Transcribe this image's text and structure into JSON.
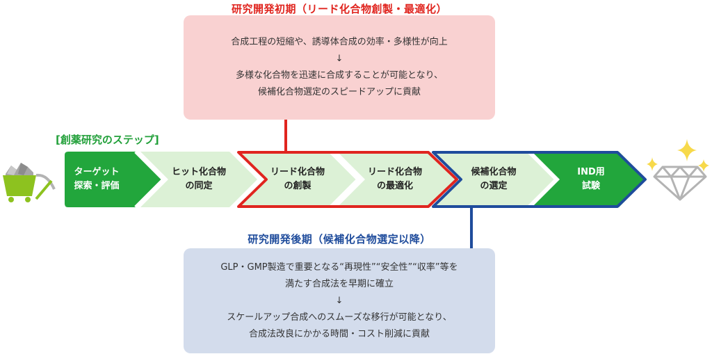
{
  "colors": {
    "green_dark": "#22a63c",
    "green_light": "#dcf1d6",
    "red": "#e0251f",
    "blue": "#1f4c9c",
    "pink_bg": "#f9d1d1",
    "blue_bg": "#d3dcec",
    "gray_icon": "#b3b3b3",
    "lime": "#8dc21f",
    "gold": "#f7d94a"
  },
  "early_phase": {
    "title": "研究開発初期（リード化合物創製・最適化）",
    "lines": [
      "合成工程の短縮や、誘導体合成の効率・多様性が向上",
      "↓",
      "多様な化合物を迅速に合成することが可能となり、",
      "候補化合物選定のスピードアップに貢献"
    ]
  },
  "late_phase": {
    "title": "研究開発後期（候補化合物選定以降）",
    "lines": [
      "GLP・GMP製造で重要となる“再現性”“安全性”“収率”等を",
      "満たす合成法を早期に確立",
      "↓",
      "スケールアップ合成へのスムーズな移行が可能となり、",
      "合成法改良にかかる時間・コスト削減に貢献"
    ]
  },
  "steps_title": "[創薬研究のステップ]",
  "steps": [
    {
      "line1": "ターゲット",
      "line2": "探索・評価",
      "style": "dark-green"
    },
    {
      "line1": "ヒット化合物",
      "line2": "の同定",
      "style": "light-green"
    },
    {
      "line1": "リード化合物",
      "line2": "の創製",
      "style": "light-green"
    },
    {
      "line1": "リード化合物",
      "line2": "の最適化",
      "style": "light-green"
    },
    {
      "line1": "候補化合物",
      "line2": "の選定",
      "style": "light-green"
    },
    {
      "line1": "IND用",
      "line2": "試験",
      "style": "dark-green"
    }
  ],
  "icons": {
    "start": "mine-cart-pickaxe-icon",
    "end": "sparkling-diamond-icon"
  }
}
